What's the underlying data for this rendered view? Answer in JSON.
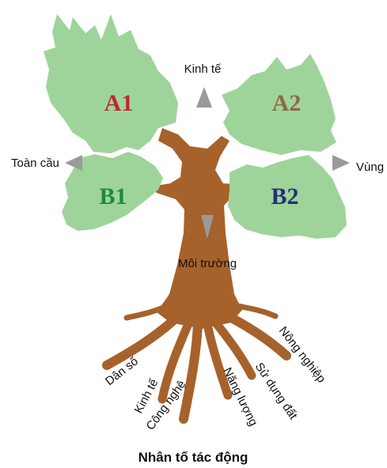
{
  "scenarios": {
    "a1": {
      "label": "A1",
      "color": "#c0282d"
    },
    "a2": {
      "label": "A2",
      "color": "#8b6a45"
    },
    "b1": {
      "label": "B1",
      "color": "#1f8a3b"
    },
    "b2": {
      "label": "B2",
      "color": "#23307a"
    }
  },
  "axes": {
    "top": "Kinh tế",
    "left": "Toàn cầu",
    "right": "Vùng",
    "trunk": "Môi trường"
  },
  "roots": {
    "dan_so": "Dân số",
    "kinh_te": "Kinh tế",
    "cong_nghe": "Công nghệ",
    "nang_luong": "Năng lượng",
    "su_dung_dat": "Sử dụng đất",
    "nong_nghiep": "Nông nghiệp"
  },
  "footer": "Nhân tố tác động",
  "colors": {
    "foliage": "#9ed49a",
    "trunk": "#a6622a",
    "arrow": "#9a9a9a"
  }
}
